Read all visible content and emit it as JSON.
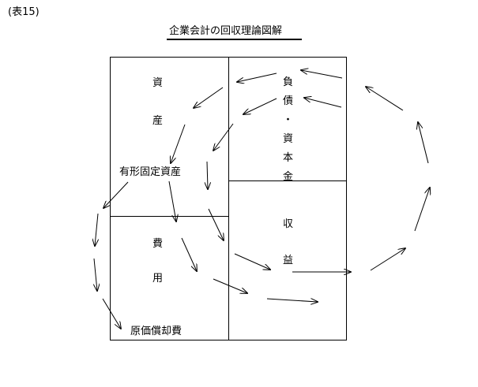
{
  "table_label": "(表15)",
  "title": "企業会計の回収理論図解",
  "boxes": {
    "assets": "資産",
    "liabilities_capital": "負債・資本金",
    "revenue": "収益",
    "expenses": "費用"
  },
  "labels": {
    "fixed_assets": "有形固定資産",
    "depreciation": "原価償却費"
  }
}
